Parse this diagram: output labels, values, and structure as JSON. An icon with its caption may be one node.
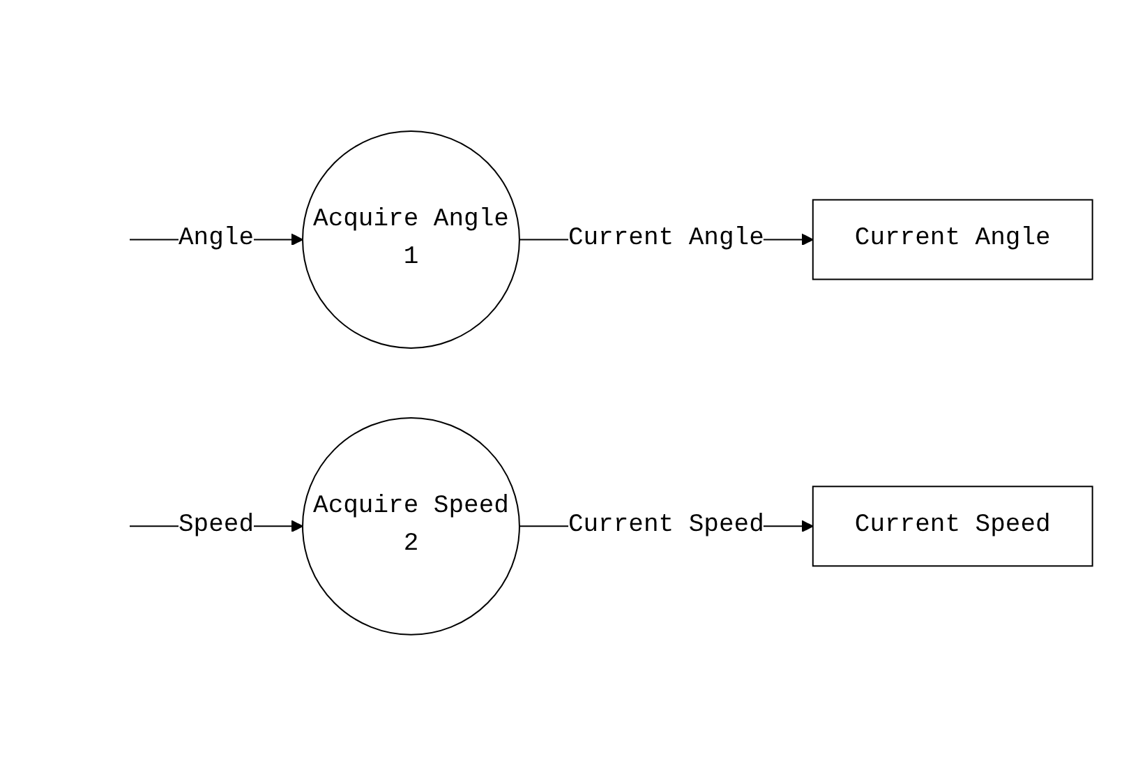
{
  "diagram": {
    "nodes": [
      {
        "text": [
          "Acquire Angle",
          "1"
        ]
      },
      {
        "text": [
          "Acquire Speed",
          "2"
        ]
      },
      {
        "text": [
          "Current Angle"
        ]
      },
      {
        "text": [
          "Current Speed"
        ]
      }
    ],
    "edges": [
      {
        "from": null,
        "to": 0,
        "arrow": "to",
        "label": "Angle"
      },
      {
        "from": null,
        "to": 1,
        "arrow": "to",
        "label": "Speed"
      },
      {
        "from": 0,
        "to": 2,
        "arrow": "to",
        "label": "Current Angle"
      },
      {
        "from": 1,
        "to": 3,
        "arrow": "to",
        "label": "Current Speed"
      }
    ]
  }
}
